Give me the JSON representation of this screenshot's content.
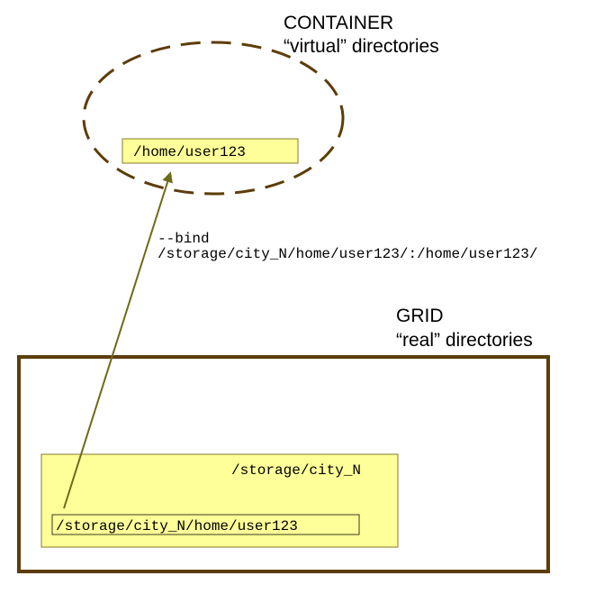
{
  "container": {
    "title": "CONTAINER",
    "subtitle": "“virtual” directories",
    "path": "/home/user123"
  },
  "bind": {
    "flag": "--bind",
    "mapping": "/storage/city_N/home/user123/:/home/user123/"
  },
  "grid": {
    "title": "GRID",
    "subtitle": "“real” directories",
    "storage_path": "/storage/city_N",
    "home_path": "/storage/city_N/home/user123"
  },
  "colors": {
    "outline_brown": "#5c3d0a",
    "box_fill": "#ffff99",
    "box_border": "#8a7a2a",
    "arrow": "#6b6b1a"
  }
}
